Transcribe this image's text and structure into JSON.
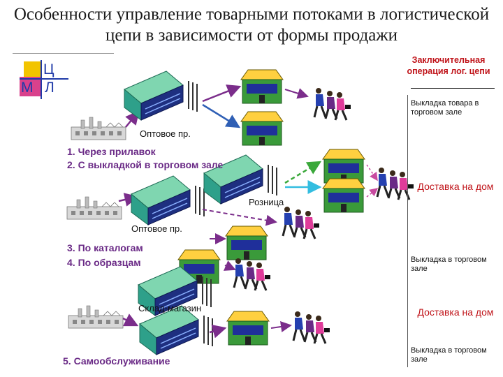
{
  "title": "Особенности управление товарными потоками в логистической цепи в зависимости от формы продажи",
  "logo": {
    "letters": [
      "Ц",
      "М",
      "Л"
    ],
    "colors": {
      "yellow": "#f2c400",
      "blue": "#1f3aa8"
    }
  },
  "header_right": {
    "final_operation": "Заключительная операция лог. цепи"
  },
  "labels": {
    "wholesale_1": "Оптовое пр.",
    "wholesale_2": "Оптовое пр.",
    "retail": "Розница",
    "warehouse_store": "Склад-магазин"
  },
  "methods": {
    "group1": [
      "1. Через прилавок",
      "2. С выкладкой в торговом зале"
    ],
    "group2": [
      "3. По каталогам",
      "4. По образцам"
    ],
    "group3": [
      "5. Самообслуживание"
    ]
  },
  "outcomes": {
    "display_1": "Выкладка товара в торговом зале",
    "delivery_1": "Доставка на дом",
    "display_2": "Выкладка в торговом зале",
    "delivery_2": "Доставка на дом",
    "display_3": "Выкладка в торговом зале"
  },
  "colors": {
    "purple": "#7b2d8b",
    "blue": "#2f5fb5",
    "green": "#3aa83a",
    "cyan": "#33bde0",
    "dashed_pink": "#c84aa0",
    "store_green": "#3a9a3a",
    "warehouse_teal": "#2ea08a"
  },
  "icons": [
    "factory-icon",
    "warehouse-icon",
    "store-icon",
    "customers-icon"
  ]
}
